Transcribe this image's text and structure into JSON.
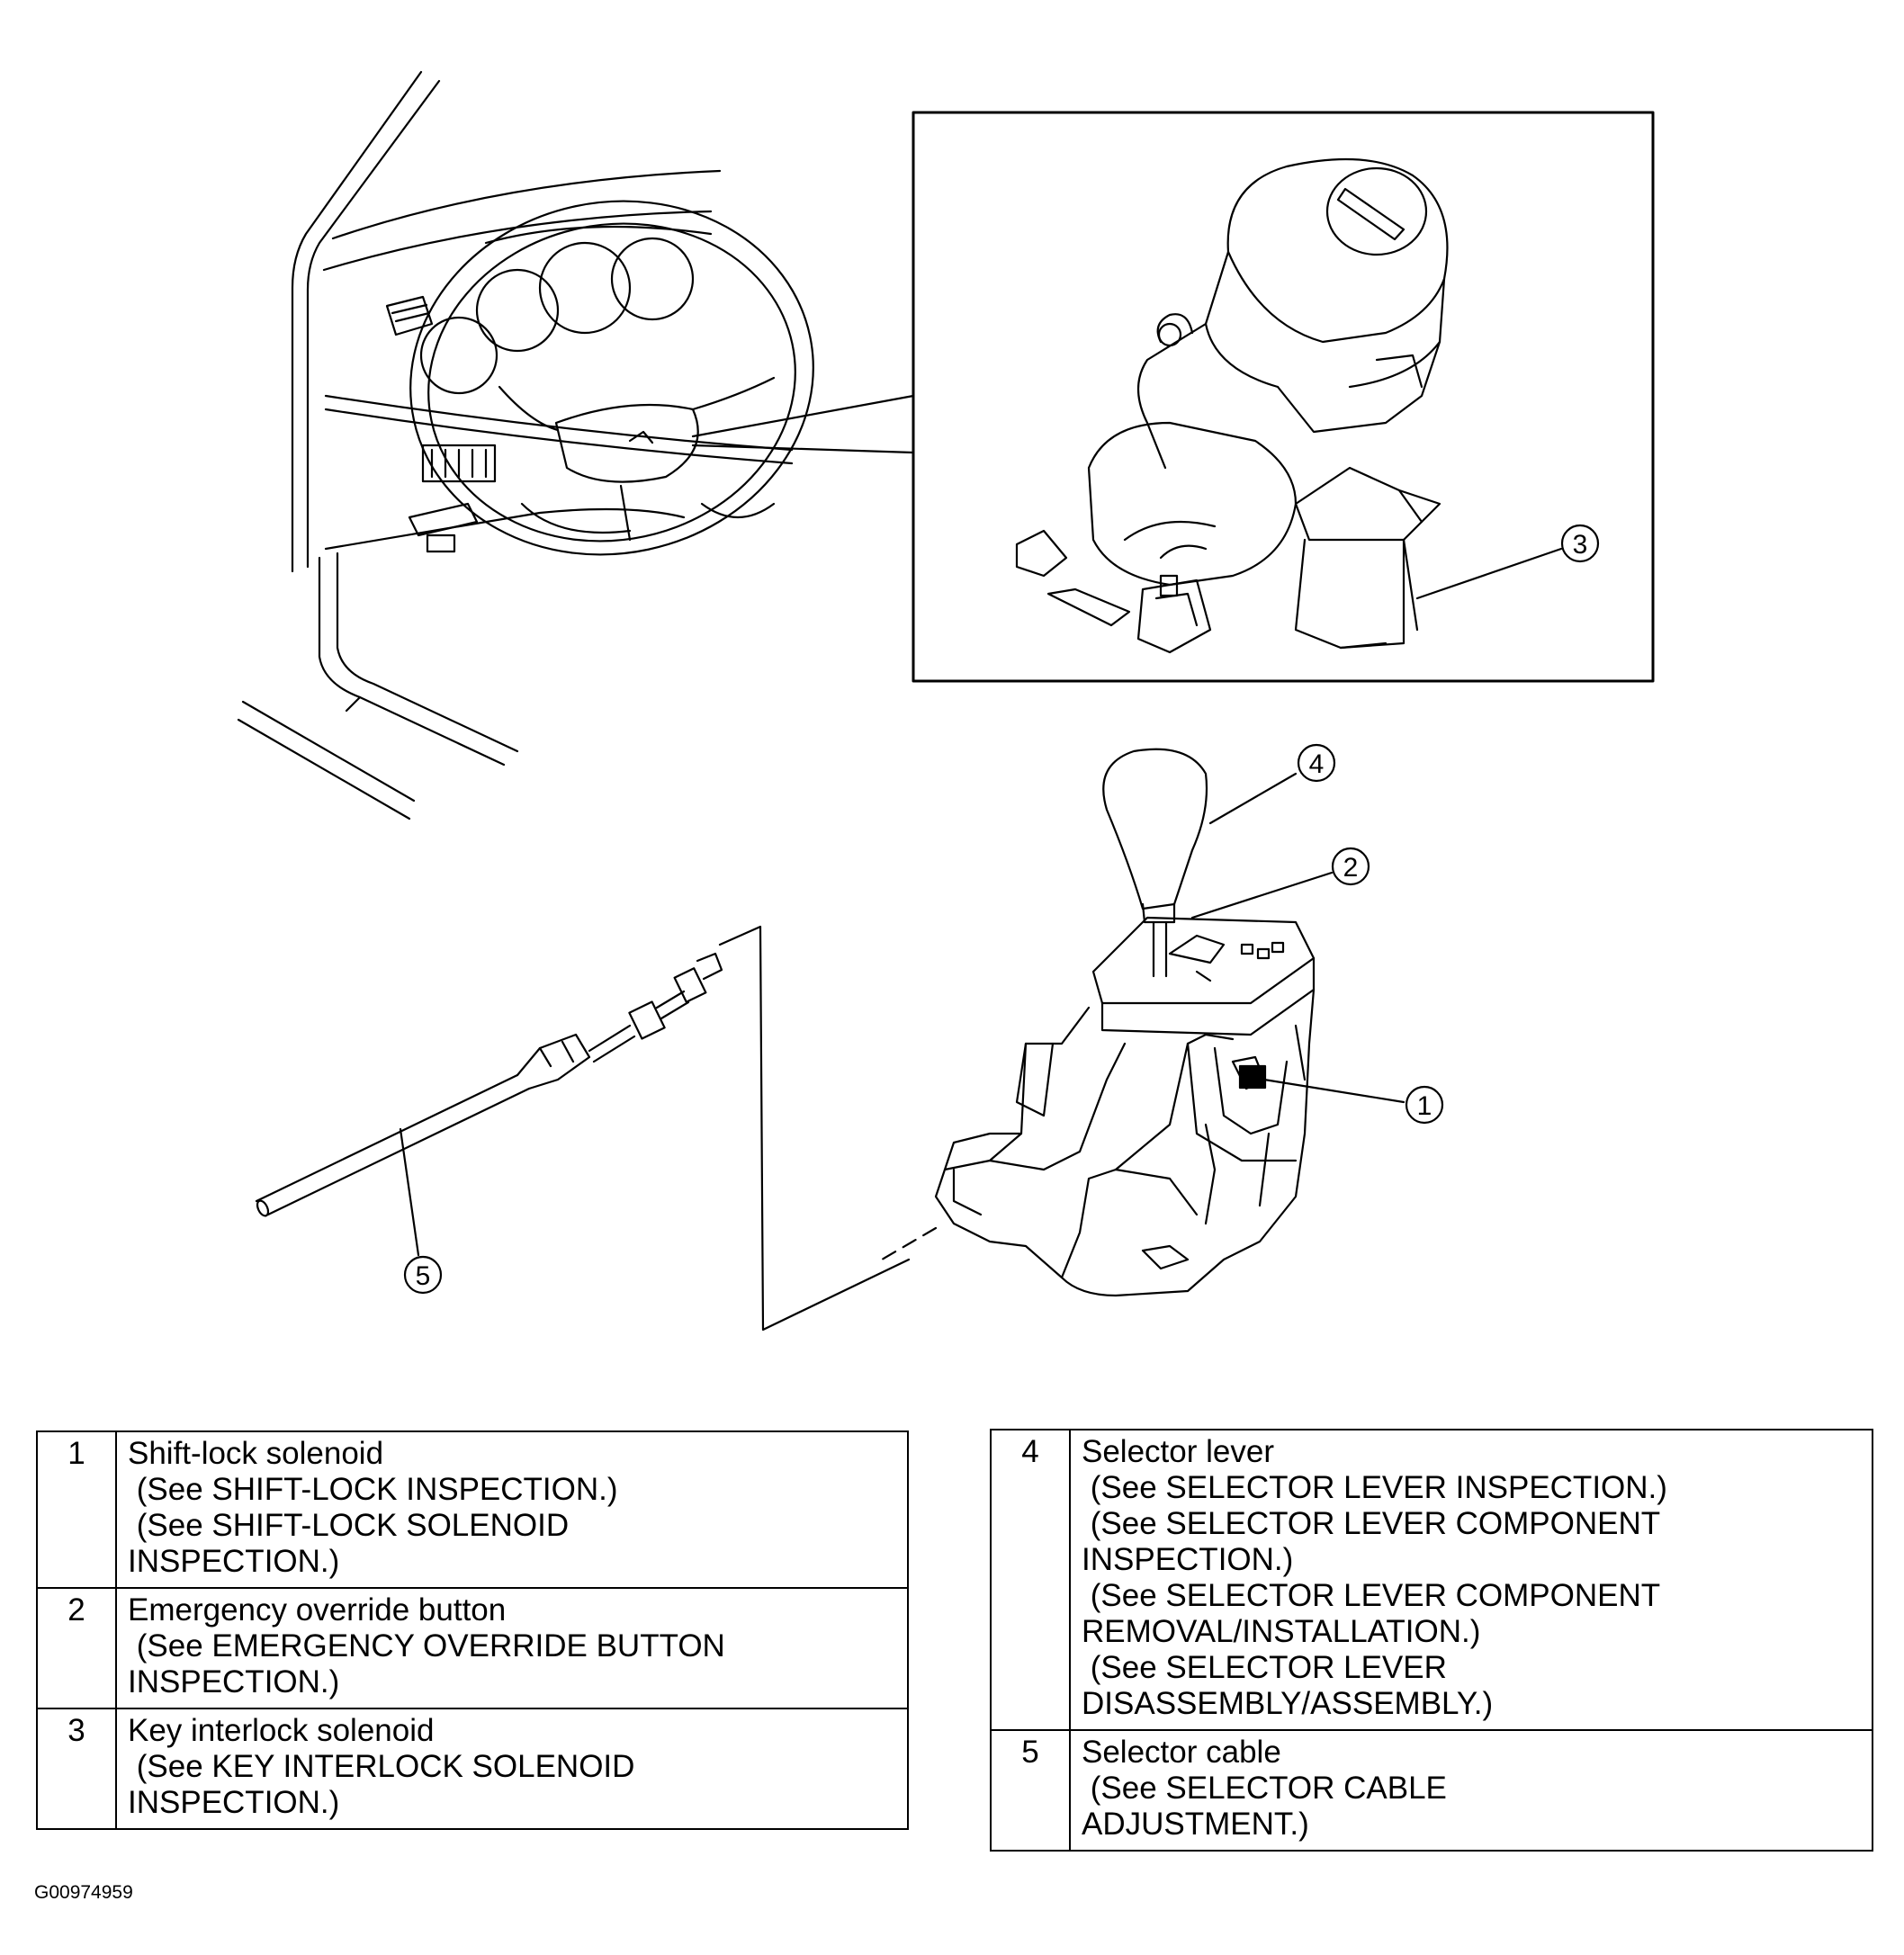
{
  "callouts": [
    "1",
    "2",
    "3",
    "4",
    "5"
  ],
  "legend_left": [
    {
      "num": "1",
      "lines": [
        "Shift-lock solenoid",
        " (See SHIFT-LOCK INSPECTION.)",
        " (See SHIFT-LOCK SOLENOID",
        "INSPECTION.)"
      ]
    },
    {
      "num": "2",
      "lines": [
        "Emergency override button",
        " (See EMERGENCY OVERRIDE BUTTON",
        "INSPECTION.)"
      ]
    },
    {
      "num": "3",
      "lines": [
        "Key interlock solenoid",
        " (See KEY INTERLOCK SOLENOID",
        "INSPECTION.)"
      ]
    }
  ],
  "legend_right": [
    {
      "num": "4",
      "lines": [
        "Selector lever",
        " (See SELECTOR LEVER INSPECTION.)",
        " (See SELECTOR LEVER COMPONENT",
        "INSPECTION.)",
        " (See SELECTOR LEVER COMPONENT",
        "REMOVAL/INSTALLATION.)",
        " (See SELECTOR LEVER",
        "DISASSEMBLY/ASSEMBLY.)"
      ]
    },
    {
      "num": "5",
      "lines": [
        "Selector cable",
        " (See SELECTOR CABLE",
        "ADJUSTMENT.)"
      ]
    }
  ],
  "figure_id": "G00974959"
}
